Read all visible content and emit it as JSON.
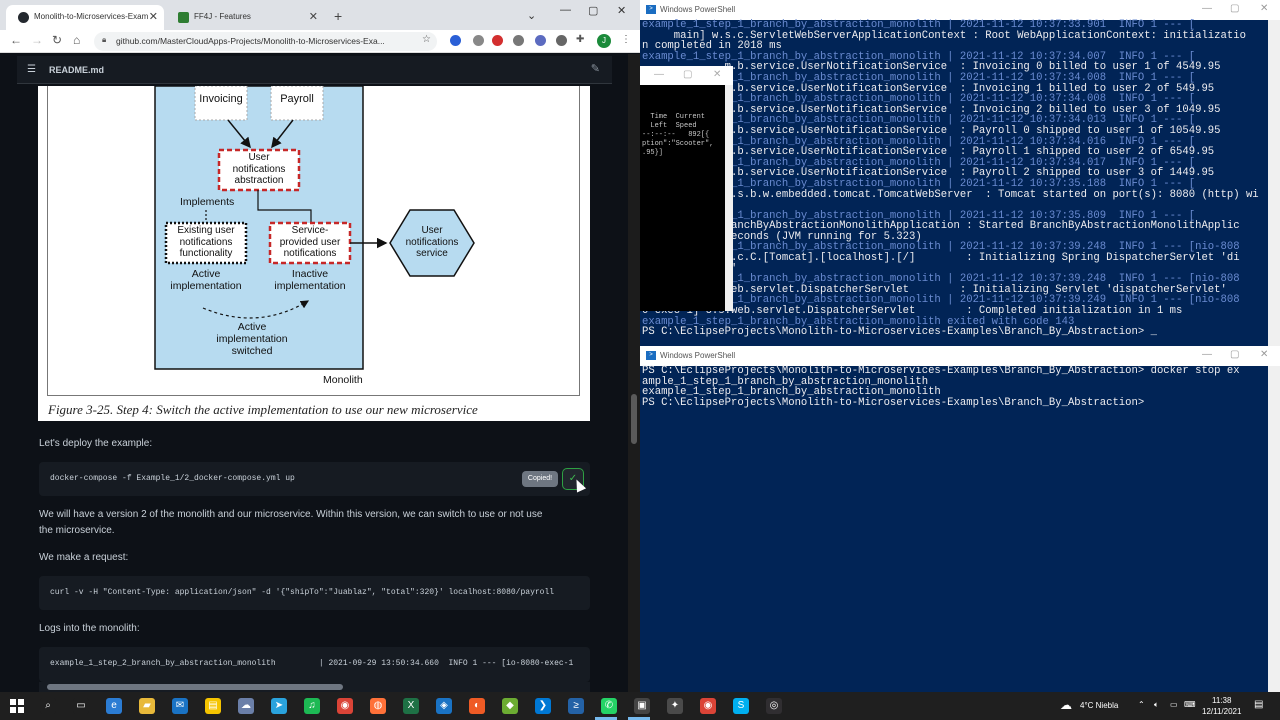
{
  "browser": {
    "tabs": [
      {
        "label": "Monolith-to-Microservices-Exam",
        "icon": "github-icon",
        "color": "#24292f"
      },
      {
        "label": "FF4J - Features",
        "icon": "ff4j-icon",
        "color": "#2e7d32"
      }
    ],
    "url": "github.com/MasterCloudApps-Projects/Monolith-to-Microservices-Exa...",
    "profile_initial": "J"
  },
  "readme": {
    "title": "README.md",
    "figure": {
      "caption": "Figure 3-25. Step 4: Switch the active implementation to use our new microservice",
      "boxes": {
        "invoicing": "Invoicing",
        "payroll": "Payroll",
        "abstraction": [
          "User",
          "notifications",
          "abstraction"
        ],
        "implements": "Implements",
        "existing": [
          "Existing user",
          "notifications",
          "functionality"
        ],
        "service_provided": [
          "Service-",
          "provided user",
          "notifications"
        ],
        "active_impl": [
          "Active",
          "implementation"
        ],
        "inactive_impl": [
          "Inactive",
          "implementation"
        ],
        "switched": [
          "Active",
          "implementation",
          "switched"
        ],
        "microservice": [
          "User",
          "notifications",
          "service"
        ],
        "monolith": "Monolith"
      }
    },
    "deploy_text": "Let's deploy the example:",
    "deploy_code": "docker-compose -f Example_1/2_docker-compose.yml up",
    "copied_label": "Copied!",
    "version_text_1": "We will have a version 2 of the monolith and our microservice. Within this version, we can switch to use or not use",
    "version_text_2": "the microservice.",
    "request_text": "We make a request:",
    "request_code": "curl -v -H \"Content-Type: application/json\" -d '{\"shipTo\":\"Juablaz\", \"total\":320}' localhost:8080/payroll",
    "logs_text": "Logs into the monolith:",
    "logs_code": "example_1_step_2_branch_by_abstraction_monolith         | 2021-09-29 13:50:34.660  INFO 1 --- [io-8080-exec-1"
  },
  "ps_top": {
    "title": "Windows PowerShell",
    "lines": [
      "example_1_step_1_branch_by_abstraction_monolith | 2021-11-12 10:37:33.901  INFO 1 --- [",
      "     main] w.s.c.ServletWebServerApplicationContext : Root WebApplicationContext: initializatio",
      "n completed in 2018 ms",
      "example_1_step_1_branch_by_abstraction_monolith | 2021-11-12 10:37:34.007  INFO 1 --- [",
      "             m.b.service.UserNotificationService  : Invoicing 0 billed to user 1 of 4549.95",
      "example_1_step_1_branch_by_abstraction_monolith | 2021-11-12 10:37:34.008  INFO 1 --- [",
      "             m.b.service.UserNotificationService  : Invoicing 1 billed to user 2 of 549.95",
      "example_1_step_1_branch_by_abstraction_monolith | 2021-11-12 10:37:34.008  INFO 1 --- [",
      "             m.b.service.UserNotificationService  : Invoicing 2 billed to user 3 of 1049.95",
      "example_1_step_1_branch_by_abstraction_monolith | 2021-11-12 10:37:34.013  INFO 1 --- [",
      "             m.b.service.UserNotificationService  : Payroll 0 shipped to user 1 of 10549.95",
      "example_1_step_1_branch_by_abstraction_monolith | 2021-11-12 10:37:34.016  INFO 1 --- [",
      "             m.b.service.UserNotificationService  : Payroll 1 shipped to user 2 of 6549.95",
      "example_1_step_1_branch_by_abstraction_monolith | 2021-11-12 10:37:34.017  INFO 1 --- [",
      "             m.b.service.UserNotificationService  : Payroll 2 shipped to user 3 of 1449.95",
      "example_1_step_1_branch_by_abstraction_monolith | 2021-11-12 10:37:35.188  INFO 1 --- [",
      "             o.s.b.w.embedded.tomcat.TomcatWebServer  : Tomcat started on port(s): 8080 (http) wi",
      "th ''",
      "example_1_step_1_branch_by_abstraction_monolith | 2021-11-12 10:37:35.809  INFO 1 --- [",
      "             ranchByAbstractionMonolithApplication : Started BranchByAbstractionMonolithApplic",
      "             seconds (JVM running for 5.323)",
      "example_1_step_1_branch_by_abstraction_monolith | 2021-11-12 10:37:39.248  INFO 1 --- [nio-808",
      "             c.c.C.[Tomcat].[localhost].[/]        : Initializing Spring DispatcherServlet 'di",
      "             t'",
      "example_1_step_1_branch_by_abstraction_monolith | 2021-11-12 10:37:39.248  INFO 1 --- [nio-808",
      "             web.servlet.DispatcherServlet        : Initializing Servlet 'dispatcherServlet'",
      "example_1_step_1_branch_by_abstraction_monolith | 2021-11-12 10:37:39.249  INFO 1 --- [nio-808",
      "0-exec-1] o.s.web.servlet.DispatcherServlet        : Completed initialization in 1 ms",
      "example_1_step_1_branch_by_abstraction_monolith exited with code 143",
      "PS C:\\EclipseProjects\\Monolith-to-Microservices-Examples\\Branch_By_Abstraction> _"
    ],
    "dim_lines": [
      0,
      3,
      5,
      7,
      9,
      11,
      13,
      15,
      18,
      21,
      24,
      26,
      28
    ]
  },
  "ps_mini": {
    "text": "  Time  Current\n  Left  Speed\n--:--:--   892[{\nption\":\"Scooter\",\n.95}]"
  },
  "ps_bottom": {
    "title": "Windows PowerShell",
    "lines": [
      "PS C:\\EclipseProjects\\Monolith-to-Microservices-Examples\\Branch_By_Abstraction> docker stop ex",
      "ample_1_step_1_branch_by_abstraction_monolith",
      "example_1_step_1_branch_by_abstraction_monolith",
      "PS C:\\EclipseProjects\\Monolith-to-Microservices-Examples\\Branch_By_Abstraction>"
    ]
  },
  "taskbar": {
    "weather": "4°C  Niebla",
    "time": "11:38",
    "date": "12/11/2021",
    "apps": [
      {
        "name": "search-icon",
        "glyph": "⌕",
        "color": "#1f1f1f"
      },
      {
        "name": "task-view-icon",
        "glyph": "▭",
        "color": "#1f1f1f"
      },
      {
        "name": "edge-icon",
        "glyph": "e",
        "color": "#2b7cd3"
      },
      {
        "name": "file-explorer-icon",
        "glyph": "▰",
        "color": "#e8b93a"
      },
      {
        "name": "mail-icon",
        "glyph": "✉",
        "color": "#1a73c4"
      },
      {
        "name": "sticky-notes-icon",
        "glyph": "▤",
        "color": "#f5c400"
      },
      {
        "name": "weather-app-icon",
        "glyph": "☁",
        "color": "#6b7fa8"
      },
      {
        "name": "telegram-icon",
        "glyph": "➤",
        "color": "#2aa3dd"
      },
      {
        "name": "spotify-icon",
        "glyph": "♫",
        "color": "#1db954"
      },
      {
        "name": "chrome-icon",
        "glyph": "◉",
        "color": "#db4437"
      },
      {
        "name": "firefox-icon",
        "glyph": "◍",
        "color": "#ff7139"
      },
      {
        "name": "excel-icon",
        "glyph": "X",
        "color": "#1e7145"
      },
      {
        "name": "maps-icon",
        "glyph": "◈",
        "color": "#1a73c4"
      },
      {
        "name": "postman-icon",
        "glyph": "◐",
        "color": "#ef5b25"
      },
      {
        "name": "git-icon",
        "glyph": "◆",
        "color": "#6cac32"
      },
      {
        "name": "vscode-icon",
        "glyph": "❯",
        "color": "#0078d4"
      },
      {
        "name": "powershell-icon",
        "glyph": "≥",
        "color": "#2462a6"
      },
      {
        "name": "whatsapp-icon",
        "glyph": "✆",
        "color": "#25d366"
      },
      {
        "name": "terminal-icon",
        "glyph": "▣",
        "color": "#444"
      },
      {
        "name": "tools-icon",
        "glyph": "✦",
        "color": "#4a4a4a"
      },
      {
        "name": "chrome-active-icon",
        "glyph": "◉",
        "color": "#db4437"
      },
      {
        "name": "skype-icon",
        "glyph": "S",
        "color": "#00aff0"
      },
      {
        "name": "obs-icon",
        "glyph": "◎",
        "color": "#302e31"
      }
    ]
  },
  "colors": {
    "ps_background": "#012456",
    "github_dark": "#0d1117",
    "figure_blue": "#b7dbf0",
    "figure_red": "#c62828"
  }
}
